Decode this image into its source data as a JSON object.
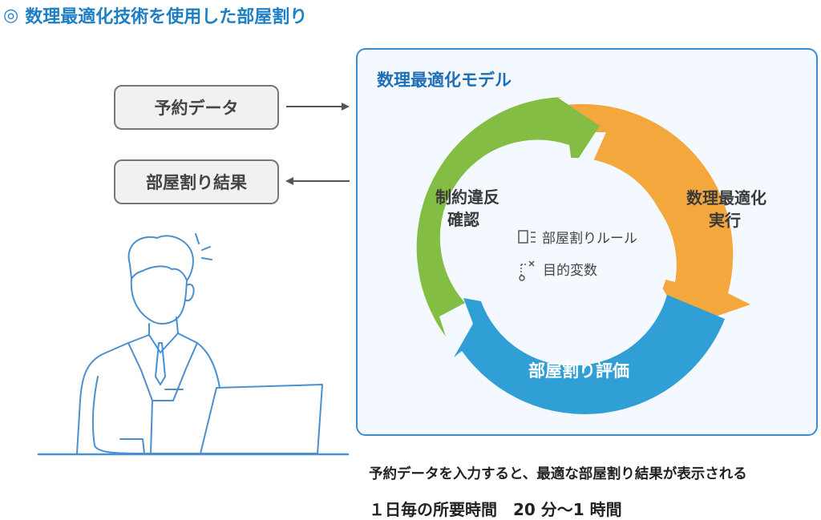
{
  "title": {
    "mark": "◎",
    "text": "数理最適化技術を使用した部屋割り"
  },
  "inputs": {
    "reservation": "予約データ",
    "result": "部屋割り結果"
  },
  "model": {
    "title": "数理最適化モデル",
    "cycle": {
      "constraint_line1": "制約違反",
      "constraint_line2": "確認",
      "optimize_line1": "数理最適化",
      "optimize_line2": "実行",
      "evaluate": "部屋割り評価"
    },
    "center": {
      "rules": "部屋割りルール",
      "objective": "目的変数"
    }
  },
  "captions": {
    "line1": "予約データを入力すると、最適な部屋割り結果が表示される",
    "line2": "１日毎の所要時間　20 分〜1 時間"
  },
  "colors": {
    "green": "#84bd44",
    "orange": "#f4a73d",
    "blue": "#2f9fd6",
    "accent": "#1e7fc4",
    "person_line": "#4a8fd0"
  },
  "icons": [
    "rules-icon",
    "objective-icon",
    "arrow-right-icon",
    "arrow-left-icon"
  ]
}
